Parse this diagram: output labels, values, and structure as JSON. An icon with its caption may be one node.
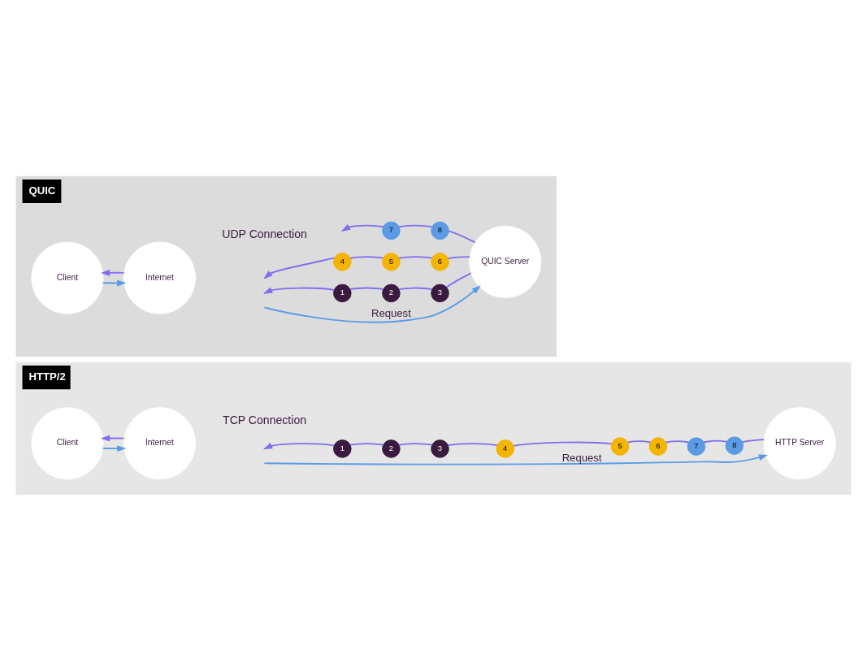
{
  "diagram": {
    "nodes": [
      {
        "text": [
          "HTTP/2"
        ]
      },
      {
        "text": [
          "Client"
        ],
        "in": 0
      },
      {
        "text": [
          "Internet"
        ],
        "in": 0
      },
      {
        "text": [
          "HTTP Server"
        ],
        "in": 0
      },
      {
        "text": [
          "1"
        ],
        "in": 0
      },
      {
        "text": [
          "2"
        ],
        "in": 0
      },
      {
        "text": [
          "3"
        ],
        "in": 0
      },
      {
        "text": [
          "4"
        ],
        "in": 0
      },
      {
        "text": [
          "5"
        ],
        "in": 0
      },
      {
        "text": [
          "6"
        ],
        "in": 0
      },
      {
        "text": [
          "7"
        ],
        "in": 0
      },
      {
        "text": [
          "8"
        ],
        "in": 0
      },
      {
        "text": [
          "QUIC"
        ]
      },
      {
        "text": [
          "Client"
        ],
        "in": 12
      },
      {
        "text": [
          "Internet"
        ],
        "in": 12
      },
      {
        "text": [
          "QUIC Server"
        ],
        "in": 12
      },
      {
        "text": [
          "1"
        ],
        "in": 12
      },
      {
        "text": [
          "2"
        ],
        "in": 12
      },
      {
        "text": [
          "3"
        ],
        "in": 12
      },
      {
        "text": [
          "4"
        ],
        "in": 12
      },
      {
        "text": [
          "5"
        ],
        "in": 12
      },
      {
        "text": [
          "6"
        ],
        "in": 12
      },
      {
        "text": [
          "7"
        ],
        "in": 12
      },
      {
        "text": [
          "8"
        ],
        "in": 12
      }
    ],
    "edges": [
      {
        "from": 1,
        "to": 2,
        "arrow": "to",
        "color": "#5b9be6"
      },
      {
        "from": 2,
        "to": 1,
        "arrow": "to"
      },
      {
        "from": null,
        "to": 3,
        "arrow": "to",
        "label": "Request",
        "color": "#5b9be6"
      },
      {
        "from": 3,
        "to": 11,
        "arrow": "none"
      },
      {
        "from": 11,
        "to": 10,
        "arrow": "none"
      },
      {
        "from": 10,
        "to": 9,
        "arrow": "none"
      },
      {
        "from": 9,
        "to": 8,
        "arrow": "none"
      },
      {
        "from": 8,
        "to": 7,
        "arrow": "none"
      },
      {
        "from": 7,
        "to": 6,
        "arrow": "none"
      },
      {
        "from": 6,
        "to": 5,
        "arrow": "none"
      },
      {
        "from": 5,
        "to": 4,
        "arrow": "none"
      },
      {
        "from": 4,
        "to": null,
        "arrow": "to"
      },
      {
        "from": 13,
        "to": 14,
        "arrow": "to",
        "color": "#5b9be6"
      },
      {
        "from": 14,
        "to": 13,
        "arrow": "to"
      },
      {
        "from": null,
        "to": 15,
        "arrow": "to",
        "label": "Request",
        "color": "#5b9be6"
      },
      {
        "from": 15,
        "to": 18,
        "arrow": "none"
      },
      {
        "from": 18,
        "to": 17,
        "arrow": "none"
      },
      {
        "from": 17,
        "to": 16,
        "arrow": "none"
      },
      {
        "from": 16,
        "to": null,
        "arrow": "to"
      },
      {
        "from": 15,
        "to": 21,
        "arrow": "none"
      },
      {
        "from": 21,
        "to": 20,
        "arrow": "none"
      },
      {
        "from": 20,
        "to": 19,
        "arrow": "none"
      },
      {
        "from": 19,
        "to": null,
        "arrow": "to"
      },
      {
        "from": 15,
        "to": 23,
        "arrow": "none"
      },
      {
        "from": 23,
        "to": 22,
        "arrow": "none"
      },
      {
        "from": 22,
        "to": null,
        "arrow": "to"
      }
    ],
    "labels": [
      "TCP Connection",
      "UDP Connection"
    ]
  }
}
